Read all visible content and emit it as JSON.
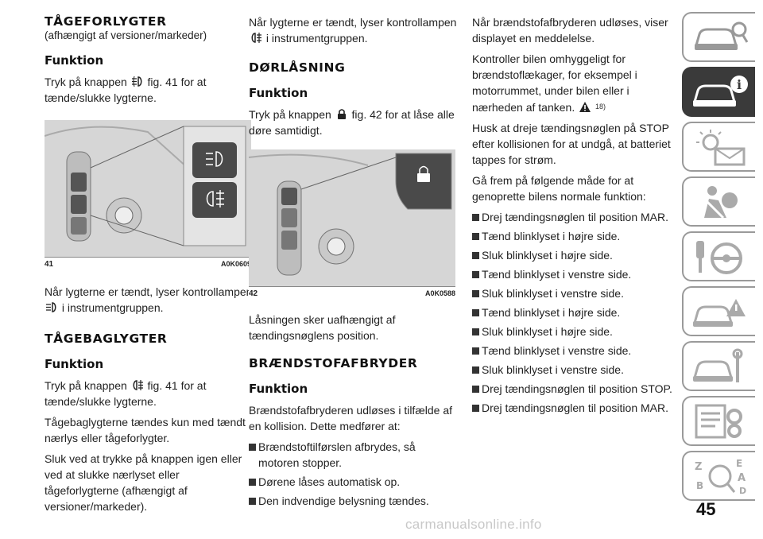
{
  "col1": {
    "fog_title": "TÅGEFORLYGTER",
    "fog_subtitle": "(afhængigt af versioner/markeder)",
    "fog_func": "Funktion",
    "fog_p1a": "Tryk på knappen",
    "fog_p1b": "fig. 41 for at tænde/slukke lygterne.",
    "fig41_num": "41",
    "fig41_code": "A0K0609",
    "fog_p2a": "Når lygterne er tændt, lyser kontrollampen",
    "fog_p2b": "i instrumentgruppen.",
    "rear_title": "TÅGEBAGLYGTER",
    "rear_func": "Funktion",
    "rear_p1a": "Tryk på knappen",
    "rear_p1b": "fig. 41 for at tænde/slukke lygterne.",
    "rear_p2": "Tågebaglygterne tændes kun med tændt nærlys eller tågeforlygter.",
    "rear_p3": "Sluk ved at trykke på knappen igen eller ved at slukke nærlyset eller tågeforlygterne (afhængigt af versioner/markeder)."
  },
  "col2": {
    "rear_p4a": "Når lygterne er tændt, lyser kontrollampen",
    "rear_p4b": "i instrumentgruppen.",
    "lock_title": "DØRLÅSNING",
    "lock_func": "Funktion",
    "lock_p1a": "Tryk på knappen",
    "lock_p1b": "fig. 42 for at låse alle døre samtidigt.",
    "fig42_num": "42",
    "fig42_code": "A0K0588",
    "lock_p2": "Låsningen sker uafhængigt af tændingsnøglens position.",
    "fuel_title": "BRÆNDSTOFAFBRYDER",
    "fuel_func": "Funktion",
    "fuel_p1": "Brændstofafbryderen udløses i tilfælde af en kollision. Dette medfører at:",
    "bullets": [
      "Brændstoftilførslen afbrydes, så motoren stopper.",
      "Dørene låses automatisk op.",
      "Den indvendige belysning tændes."
    ]
  },
  "col3": {
    "p1": "Når brændstofafbryderen udløses, viser displayet en meddelelse.",
    "p2": "Kontroller bilen omhyggeligt for brændstoflækager, for eksempel i motorrummet, under bilen eller i nærheden af tanken.",
    "p2_note": "18)",
    "p3": "Husk at dreje tændingsnøglen på STOP efter kollisionen for at undgå, at batteriet tappes for strøm.",
    "p4": "Gå frem på følgende måde for at genoprette bilens normale funktion:",
    "bullets": [
      "Drej tændingsnøglen til position MAR.",
      "Tænd blinklyset i højre side.",
      "Sluk blinklyset i højre side.",
      "Tænd blinklyset i venstre side.",
      "Sluk blinklyset i venstre side.",
      "Tænd blinklyset i højre side.",
      "Sluk blinklyset i højre side.",
      "Tænd blinklyset i venstre side.",
      "Sluk blinklyset i venstre side.",
      "Drej tændingsnøglen til position STOP.",
      "Drej tændingsnøglen til position MAR."
    ]
  },
  "page_number": "45",
  "watermark": "carmanualsonline.info",
  "colors": {
    "tab_active": "#3a3a3a",
    "tab_border": "#9a9a9a",
    "figure_bg": "#dcdcdc"
  },
  "icons": [
    "front-fog-light-icon",
    "rear-fog-light-icon",
    "door-lock-icon",
    "warning-triangle-icon"
  ]
}
